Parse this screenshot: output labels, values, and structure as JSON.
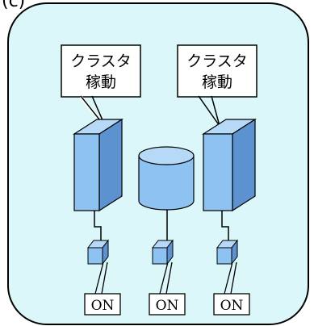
{
  "figure_label": "(c)",
  "callouts": [
    {
      "line1": "クラスタ",
      "line2": "稼動"
    },
    {
      "line1": "クラスタ",
      "line2": "稼動"
    }
  ],
  "switch_states": [
    "ON",
    "ON",
    "ON"
  ],
  "colors": {
    "panel_fill": "#dcf7fa",
    "server_fill": "#8ec2f0",
    "server_side": "#5c92cf",
    "server_top": "#b5d9f6",
    "stroke": "#000000"
  },
  "components": {
    "servers": [
      "server-icon",
      "server-icon"
    ],
    "storage": "storage-cylinder-icon",
    "switches": [
      "switch-icon",
      "switch-icon",
      "switch-icon"
    ]
  }
}
